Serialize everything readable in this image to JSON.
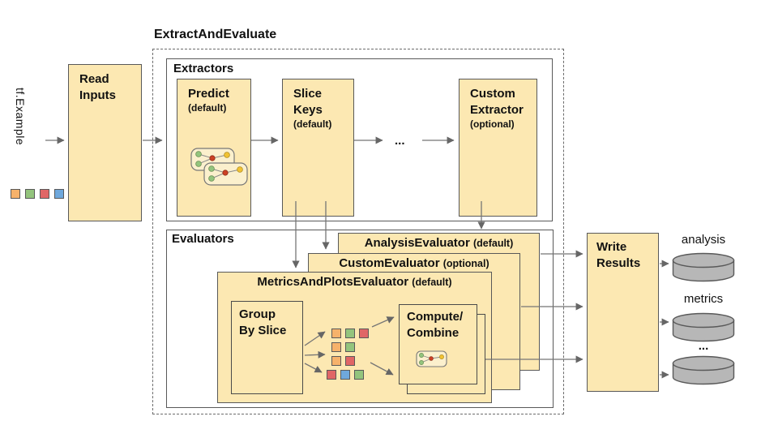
{
  "title": "ExtractAndEvaluate",
  "input": {
    "label": "tf.Example",
    "squares": [
      "orange",
      "green",
      "red",
      "blue"
    ]
  },
  "read_inputs": {
    "title": "Read\nInputs"
  },
  "extractors": {
    "label": "Extractors",
    "predict": {
      "title": "Predict",
      "subtitle": "(default)"
    },
    "slice_keys": {
      "title": "Slice\nKeys",
      "subtitle": "(default)"
    },
    "ellipsis": "...",
    "custom_extractor": {
      "title": "Custom\nExtractor",
      "subtitle": "(optional)"
    }
  },
  "evaluators": {
    "label": "Evaluators",
    "analysis_evaluator": {
      "title": "AnalysisEvaluator",
      "subtitle": "(default)"
    },
    "custom_evaluator": {
      "title": "CustomEvaluator",
      "subtitle": "(optional)"
    },
    "metrics_evaluator": {
      "title": "MetricsAndPlotsEvaluator",
      "subtitle": "(default)"
    },
    "group_by_slice": {
      "title": "Group\nBy Slice"
    },
    "compute_combine": {
      "title": "Compute/\nCombine"
    },
    "slice_grid": {
      "rows": [
        [
          "orange",
          "green",
          "red"
        ],
        [
          "orange",
          "green"
        ],
        [
          "orange",
          "red"
        ],
        [
          "red",
          "blue",
          "green"
        ]
      ]
    }
  },
  "write_results": {
    "title": "Write\nResults"
  },
  "outputs": {
    "analysis_label": "analysis",
    "metrics_label": "metrics",
    "ellipsis": "..."
  },
  "colors": {
    "box_fill": "#fce8b2",
    "orange": "#f6b26b",
    "green": "#93c47d",
    "red": "#e06666",
    "blue": "#6fa8dc",
    "cylinder_fill": "#b7b7b7",
    "arrow": "#757575"
  }
}
